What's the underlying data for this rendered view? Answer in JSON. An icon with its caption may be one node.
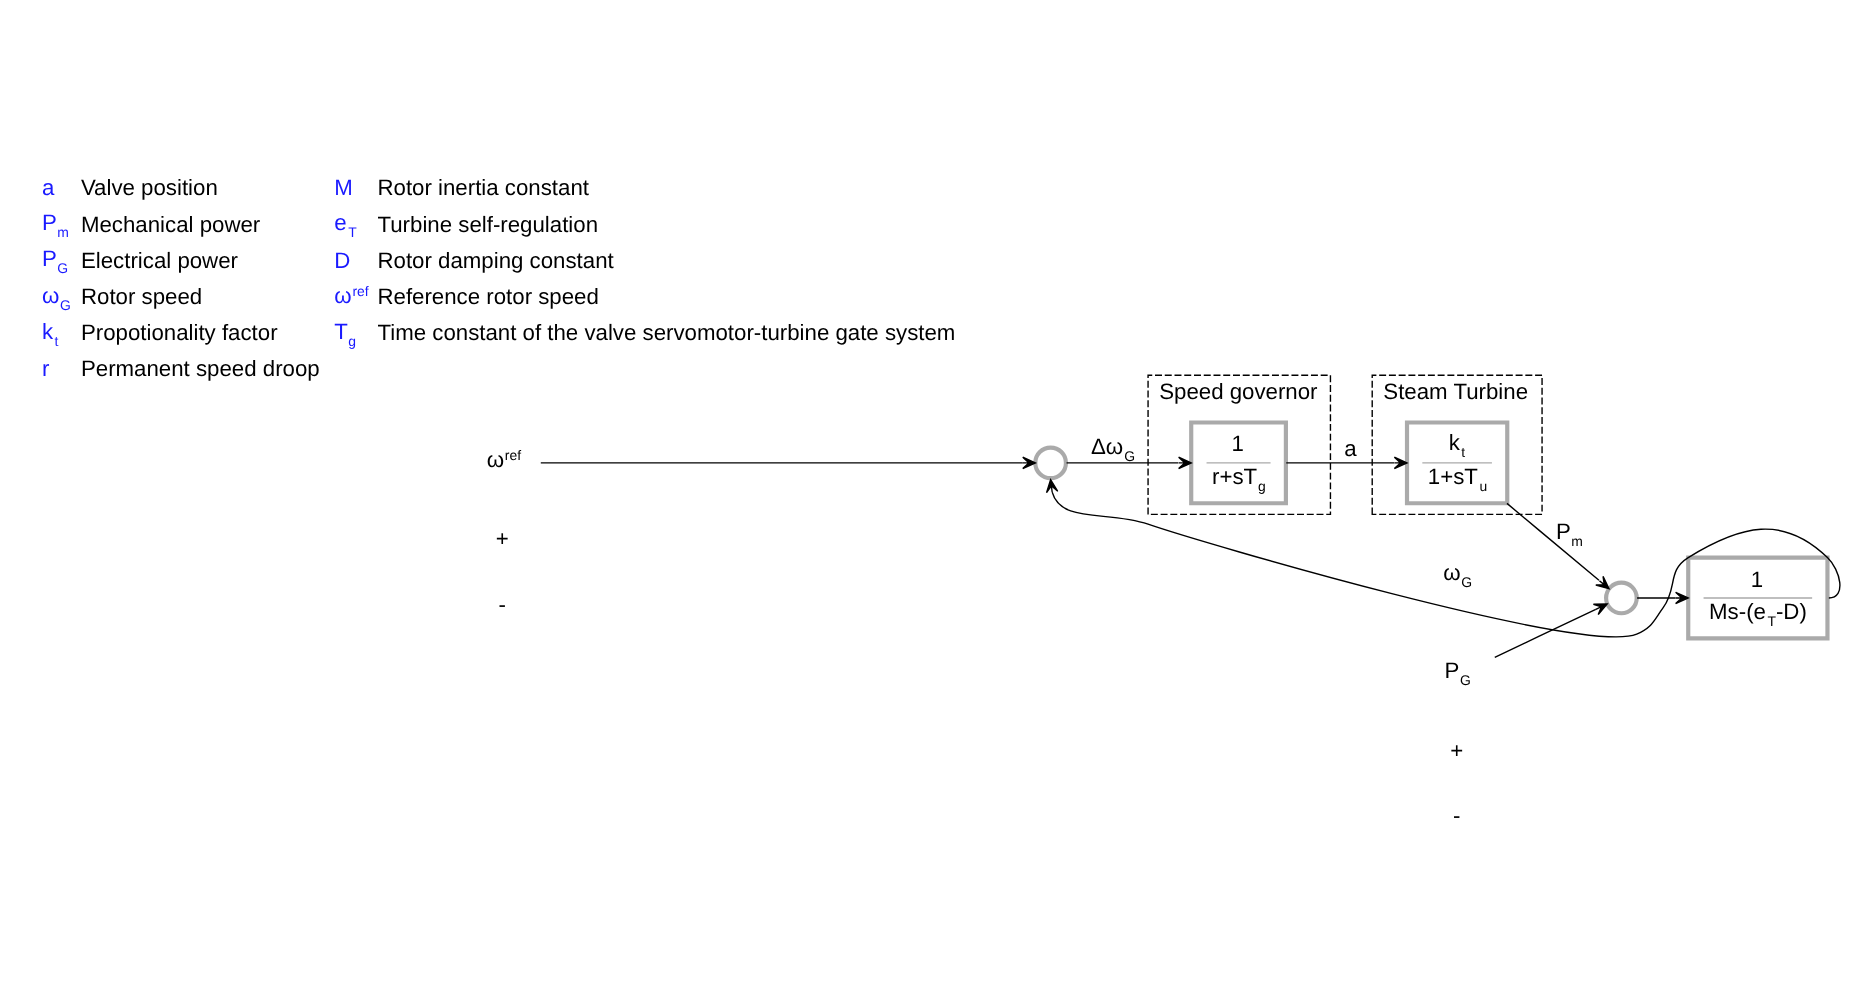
{
  "diagram": {
    "nodes": [
      {
        "text": [
          "ω$^{ref}$"
        ]
      },
      {
        "text": [],
        "shape": "circle"
      },
      {
        "text": [
          "Speed governor"
        ]
      },
      {
        "text": [
          "1",
          "r+sT$_{g}$"
        ],
        "in": 2
      },
      {
        "text": [
          "Steam Turbine"
        ]
      },
      {
        "text": [
          "k$_{t}$",
          "1+sT$_{u}$"
        ],
        "in": 4
      },
      {
        "text": [
          "P$_{G}$"
        ]
      },
      {
        "text": [],
        "shape": "circle"
      },
      {
        "text": [
          "1",
          "Ms-(e$_{T}$-D)"
        ]
      }
    ],
    "edges": [
      {
        "from": 0,
        "to": 1,
        "arrow": "to"
      },
      {
        "from": 1,
        "to": 3,
        "arrow": "to",
        "label": "Δω$_{G}$"
      },
      {
        "from": 3,
        "to": 5,
        "arrow": "to",
        "label": "a"
      },
      {
        "from": 5,
        "to": 7,
        "arrow": "to",
        "label": "P$_{m}$"
      },
      {
        "from": 6,
        "to": 7,
        "arrow": "to"
      },
      {
        "from": 7,
        "to": 8,
        "arrow": "to"
      },
      {
        "from": 8,
        "to": 1,
        "arrow": "to",
        "label": "ω$_{G}$"
      }
    ],
    "labels": [
      "+",
      "-",
      "+",
      "-",
      "a",
      "Valve position",
      "M",
      "Rotor inertia constant",
      "P$_{m}$",
      "Mechanical power",
      "e$_{T}$",
      "Turbine self-regulation",
      "P$_{G}$",
      "Electrical power",
      "D",
      "Rotor damping constant",
      "ω$_{G}$",
      "Rotor speed",
      "ω$^{ref}$",
      "Reference rotor speed",
      "k$_{t}$",
      "Propotionality factor",
      "T$_{g}$",
      "Time constant of the valve servomotor-turbine gate system",
      "r",
      "Permanent speed droop"
    ]
  }
}
